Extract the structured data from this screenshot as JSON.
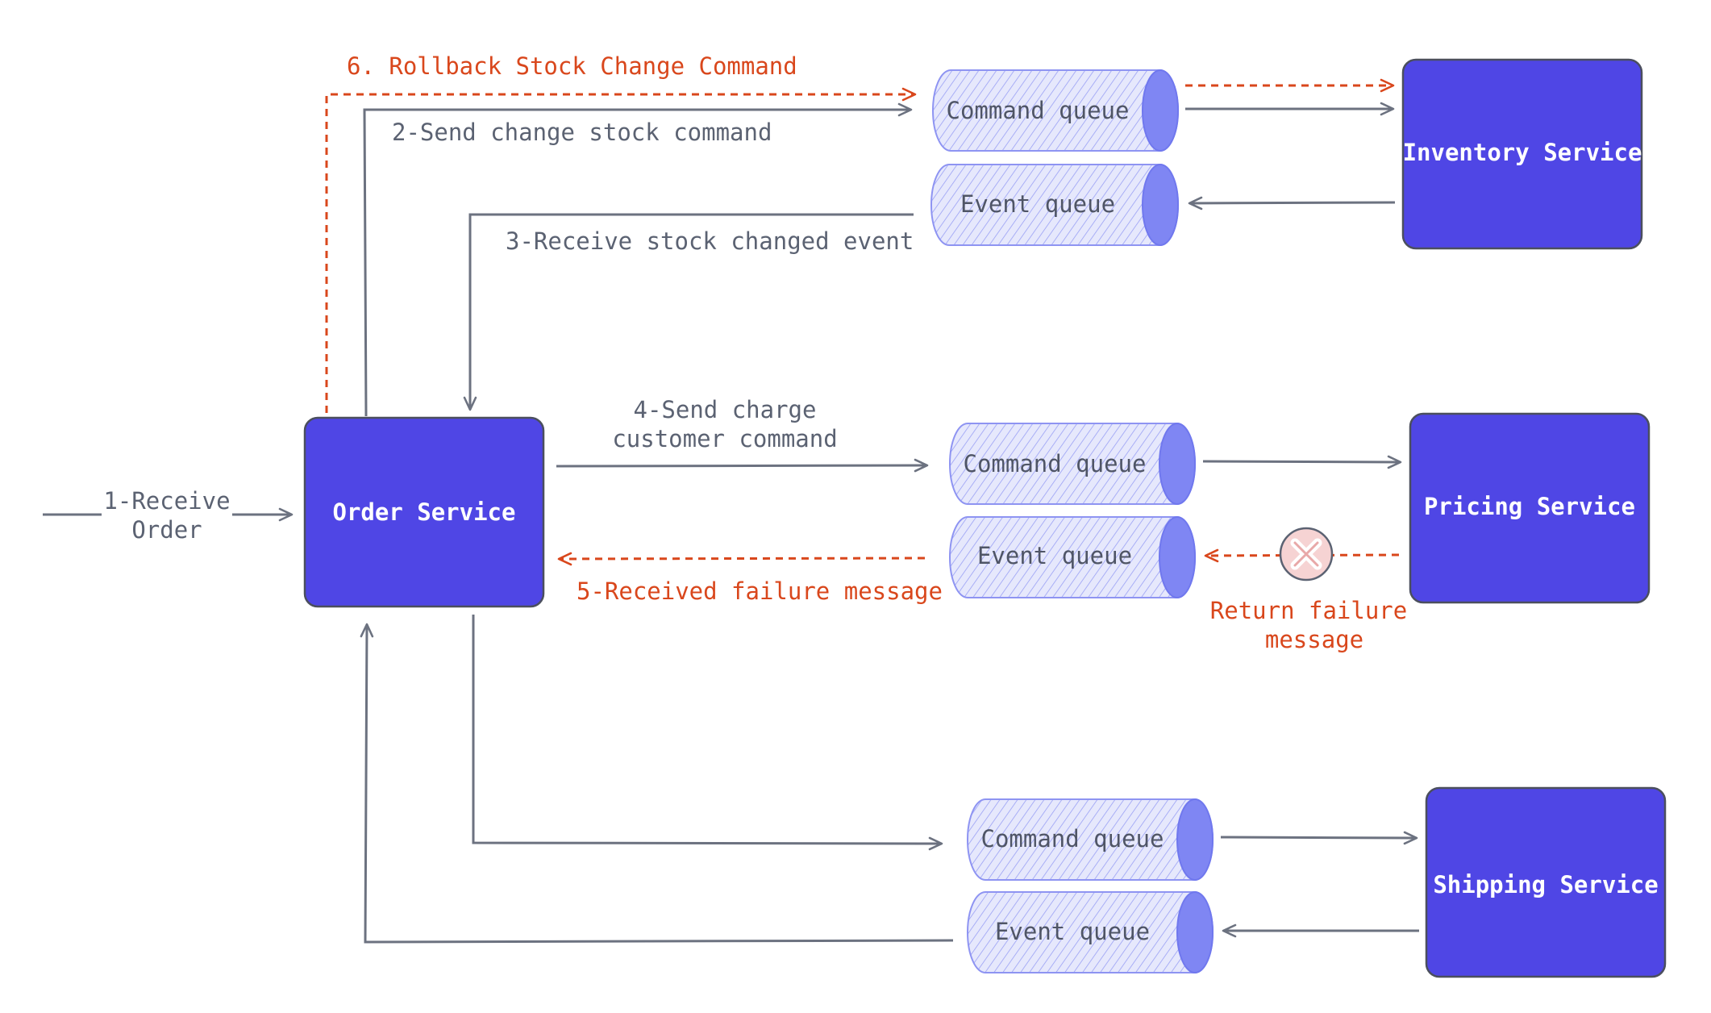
{
  "services": {
    "order": "Order Service",
    "inventory": "Inventory Service",
    "pricing": "Pricing Service",
    "shipping": "Shipping Service"
  },
  "queues": {
    "command": "Command queue",
    "event": "Event queue"
  },
  "labels": {
    "receive_order_1": "1-Receive",
    "receive_order_2": "Order",
    "send_change_stock": "2-Send change stock command",
    "receive_stock_changed": "3-Receive stock changed event",
    "send_charge_1": "4-Send charge",
    "send_charge_2": "customer command",
    "received_failure": "5-Received failure message",
    "rollback": "6. Rollback Stock Change Command",
    "return_failure_1": "Return failure",
    "return_failure_2": "message"
  },
  "colors": {
    "service_fill": "#4f46e5",
    "queue_fill": "#dfe2fb",
    "queue_cap": "#7f86f3",
    "arrow": "#6c7280",
    "failure": "#d9471c"
  },
  "icons": {
    "failure_marker": "x-circle-icon"
  }
}
